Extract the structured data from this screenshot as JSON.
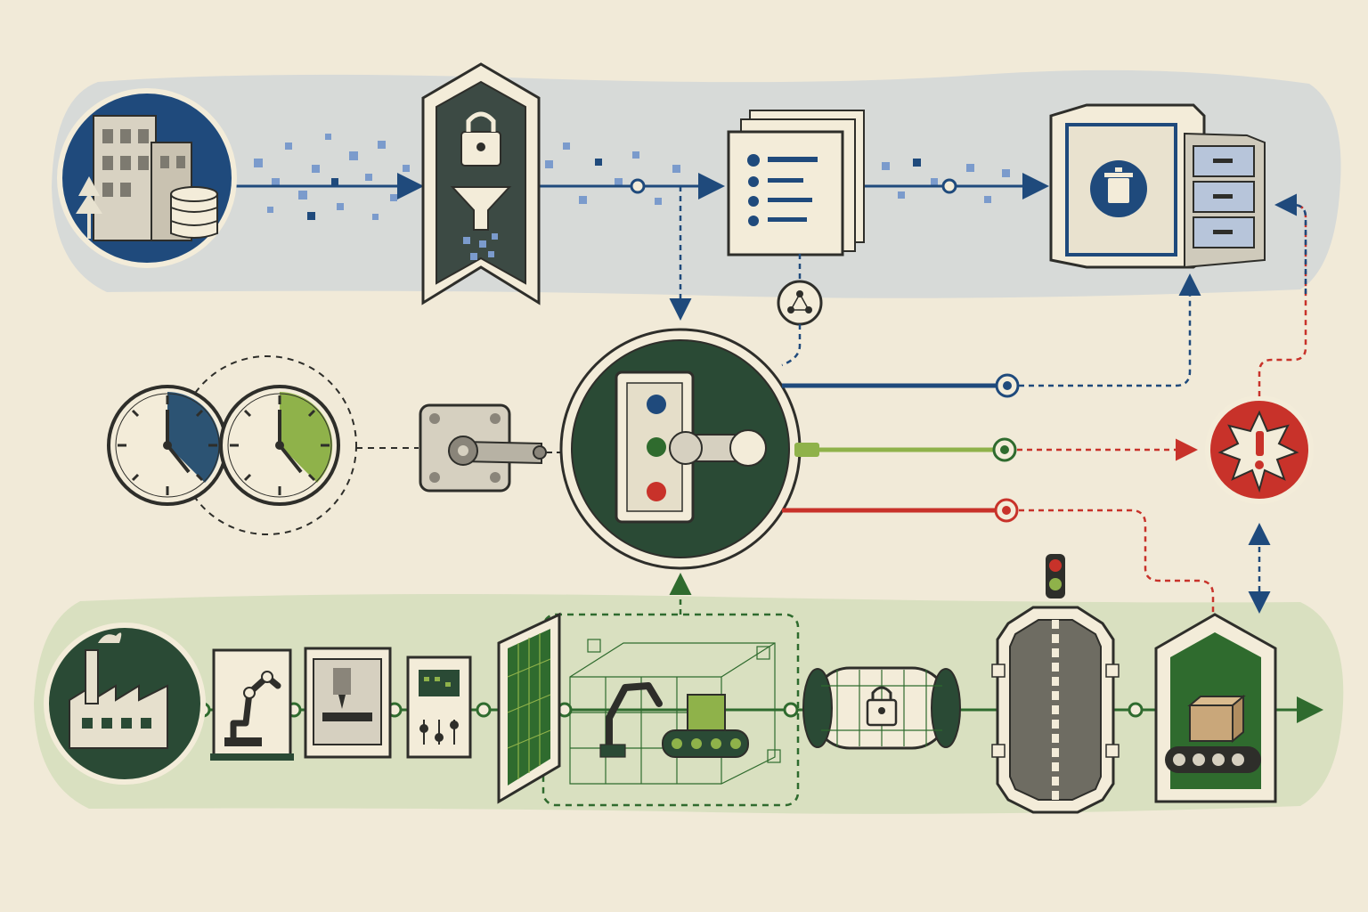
{
  "colors": {
    "paper": "#f1ead8",
    "cream": "#f3ecd9",
    "outline": "#2e2e2a",
    "navy": "#1f4a7c",
    "navy_light": "#7b9bcc",
    "dark_green": "#2a4a35",
    "green": "#2f6b2e",
    "lime": "#8fb24a",
    "red": "#c8322a",
    "band_top": "#d6d9d8",
    "band_bottom": "#d8dfbf"
  },
  "icons": {
    "it_row": [
      "building-database-icon",
      "lock-filter-gate-icon",
      "document-stack-icon",
      "vault-cabinet-icon"
    ],
    "control_row": [
      "dual-clock-icon",
      "hinge-switch-icon",
      "selector-switch-icon",
      "alert-burst-icon"
    ],
    "ot_row": [
      "factory-icon",
      "robot-arm-panel-icon",
      "cnc-machine-panel-icon",
      "control-panel-icon",
      "grid-gate-icon",
      "robot-sandbox-icon",
      "mesh-tunnel-lock-icon",
      "airlock-door-icon",
      "shelter-conveyor-icon"
    ]
  },
  "states": {
    "selector_lights": [
      "navy",
      "green",
      "red"
    ],
    "active_lane": "green"
  }
}
